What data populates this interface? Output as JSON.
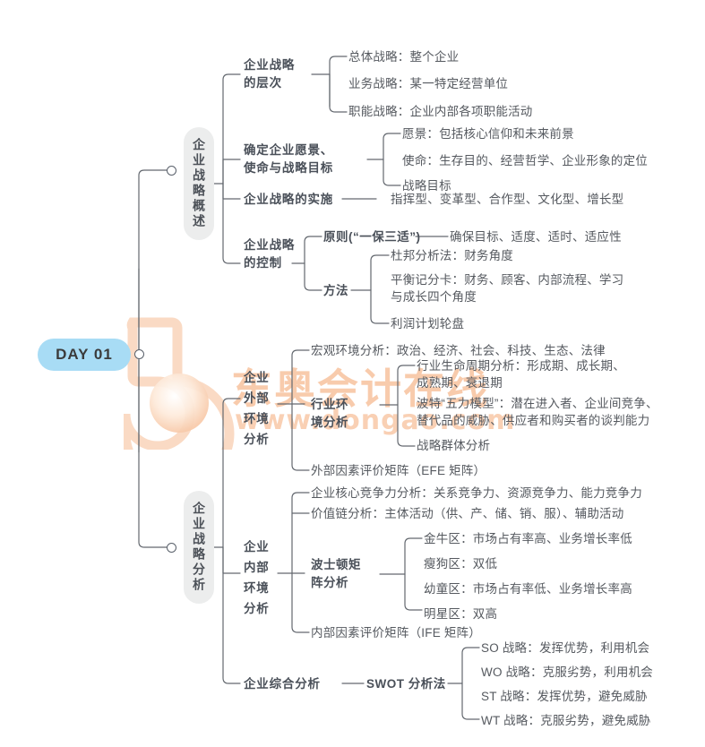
{
  "root": {
    "label": "DAY 01",
    "color": "#a8dcf5"
  },
  "watermark": {
    "brand": "东奥会计在线",
    "url": "www.dongao.com",
    "color": "#f4a26a"
  },
  "branches": [
    {
      "label": "企业战略概述",
      "children": [
        {
          "label": "企业战略\n的层次",
          "leaves": [
            "总体战略：整个企业",
            "业务战略：某一特定经营单位",
            "职能战略：企业内部各项职能活动"
          ]
        },
        {
          "label": "确定企业愿景、\n使命与战略目标",
          "leaves": [
            "愿景：包括核心信仰和未来前景",
            "使命：生存目的、经营哲学、企业形象的定位",
            "战略目标"
          ]
        },
        {
          "label": "企业战略的实施",
          "leaves": [
            "指挥型、变革型、合作型、文化型、增长型"
          ]
        },
        {
          "label": "企业战略\n的控制",
          "sub": [
            {
              "label": "原则(“一保三适”)",
              "leaves": [
                "确保目标、适度、适时、适应性"
              ]
            },
            {
              "label": "方法",
              "leaves": [
                "杜邦分析法：财务角度",
                "平衡记分卡：财务、顾客、内部流程、学习\n与成长四个角度",
                "利润计划轮盘"
              ]
            }
          ]
        }
      ]
    },
    {
      "label": "企业战略分析",
      "children": [
        {
          "label": "企业\n外部\n环境\n分析",
          "leaves_top": [
            "宏观环境分析：政治、经济、社会、科技、生态、法律"
          ],
          "sub": [
            {
              "label": "行业环\n境分析",
              "leaves": [
                "行业生命周期分析：形成期、成长期、\n成熟期、衰退期",
                "波特“五力模型”：潜在进入者、企业间竞争、\n替代品的威胁、供应者和购买者的谈判能力",
                "战略群体分析"
              ]
            }
          ],
          "leaves_bottom": [
            "外部因素评价矩阵（EFE 矩阵）"
          ]
        },
        {
          "label": "企业\n内部\n环境\n分析",
          "leaves_top": [
            "企业核心竞争力分析：关系竞争力、资源竞争力、能力竞争力",
            "价值链分析：主体活动（供、产、储、销、服）、辅助活动"
          ],
          "sub": [
            {
              "label": "波士顿矩\n阵分析",
              "leaves": [
                "金牛区：市场占有率高、业务增长率低",
                "瘦狗区：双低",
                "幼童区：市场占有率低、业务增长率高",
                "明星区：双高"
              ]
            }
          ],
          "leaves_bottom": [
            "内部因素评价矩阵（IFE 矩阵）"
          ]
        },
        {
          "label": "企业综合分析",
          "sub": [
            {
              "label": "SWOT 分析法",
              "leaves": [
                "SO 战略：发挥优势，利用机会",
                "WO 战略：克服劣势，利用机会",
                "ST 战略：发挥优势，避免威胁",
                "WT 战略：克服劣势，避免威胁"
              ]
            }
          ]
        }
      ]
    }
  ]
}
